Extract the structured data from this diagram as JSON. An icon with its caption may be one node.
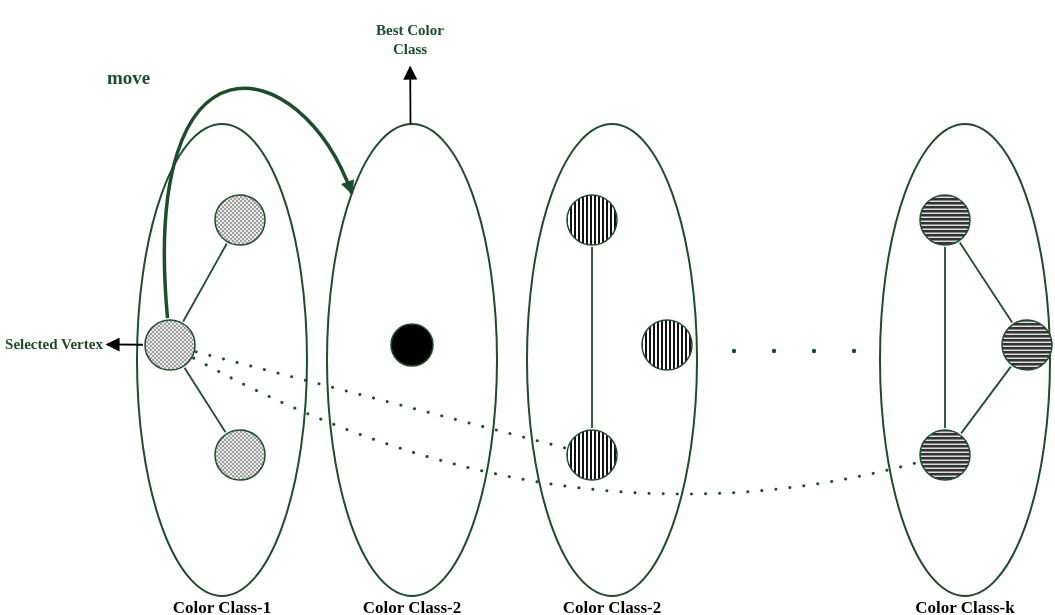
{
  "diagram": {
    "nodes": [
      {
        "text": [
          "Color Class-1"
        ]
      },
      {
        "text": [
          "Color Class-2"
        ]
      },
      {
        "text": [
          "Color Class-2"
        ]
      },
      {
        "text": [
          "Color Class-k"
        ]
      },
      {
        "text": [],
        "shape": "circle",
        "in": 0
      },
      {
        "text": [],
        "shape": "circle",
        "in": 0
      },
      {
        "text": [],
        "shape": "circle",
        "in": 0
      },
      {
        "text": [],
        "shape": "circle",
        "in": 1
      },
      {
        "text": [],
        "shape": "circle",
        "in": 2
      },
      {
        "text": [],
        "shape": "circle",
        "in": 2
      },
      {
        "text": [],
        "shape": "circle",
        "in": 2
      },
      {
        "text": [],
        "shape": "circle",
        "in": 3
      },
      {
        "text": [],
        "shape": "circle",
        "in": 3
      },
      {
        "text": [],
        "shape": "circle",
        "in": 3
      },
      {
        "text": [
          "Best Color Class"
        ]
      },
      {
        "text": [
          "Selected Vertex"
        ]
      }
    ],
    "edges": [
      {
        "from": 4,
        "to": 5,
        "arrow": "none"
      },
      {
        "from": 5,
        "to": 6,
        "arrow": "none"
      },
      {
        "from": 8,
        "to": 10,
        "arrow": "none"
      },
      {
        "from": 11,
        "to": 13,
        "arrow": "none"
      },
      {
        "from": 11,
        "to": 12,
        "arrow": "none"
      },
      {
        "from": 12,
        "to": 13,
        "arrow": "none"
      },
      {
        "from": 5,
        "to": 10,
        "arrow": "none",
        "style": "dashed"
      },
      {
        "from": 5,
        "to": 13,
        "arrow": "none",
        "style": "dashed"
      },
      {
        "from": 5,
        "to": 1,
        "arrow": "to",
        "label": "move",
        "style": "thick"
      },
      {
        "from": 1,
        "to": 14,
        "arrow": "to",
        "color": "#000000"
      },
      {
        "from": 5,
        "to": 15,
        "arrow": "to",
        "color": "#000000"
      }
    ]
  }
}
